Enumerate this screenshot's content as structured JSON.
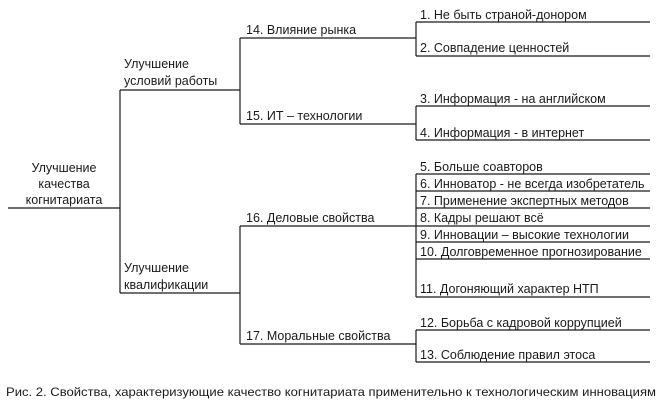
{
  "root": {
    "line1": "Улучшение",
    "line2": "качества",
    "line3": "когнитариата"
  },
  "branches": [
    {
      "line1": "Улучшение",
      "line2": "условий работы",
      "factors": [
        {
          "label": "14. Влияние рынка",
          "items": [
            "1. Не быть  страной-донором",
            "2. Совпадение ценностей"
          ]
        },
        {
          "label": "15. ИТ – технологии",
          "items": [
            "3. Информация - на английском",
            "4. Информация - в интернет"
          ]
        }
      ]
    },
    {
      "line1": "Улучшение",
      "line2": "квалификации",
      "factors": [
        {
          "label": "16. Деловые свойства",
          "items": [
            "5. Больше соавторов",
            "6. Инноватор - не всегда изобретатель",
            "7. Применение экспертных методов",
            "8. Кадры решают всё",
            "9. Инновации – высокие технологии",
            "10. Долговременное прогнозирование",
            "11. Догоняющий характер НТП"
          ]
        },
        {
          "label": "17. Моральные свойства",
          "items": [
            "12. Борьба с кадровой коррупцией",
            "13. Соблюдение правил этоса"
          ]
        }
      ]
    }
  ],
  "caption": "Рис. 2. Свойства, характеризующие качество когнитариата применительно к технологическим инновациям"
}
